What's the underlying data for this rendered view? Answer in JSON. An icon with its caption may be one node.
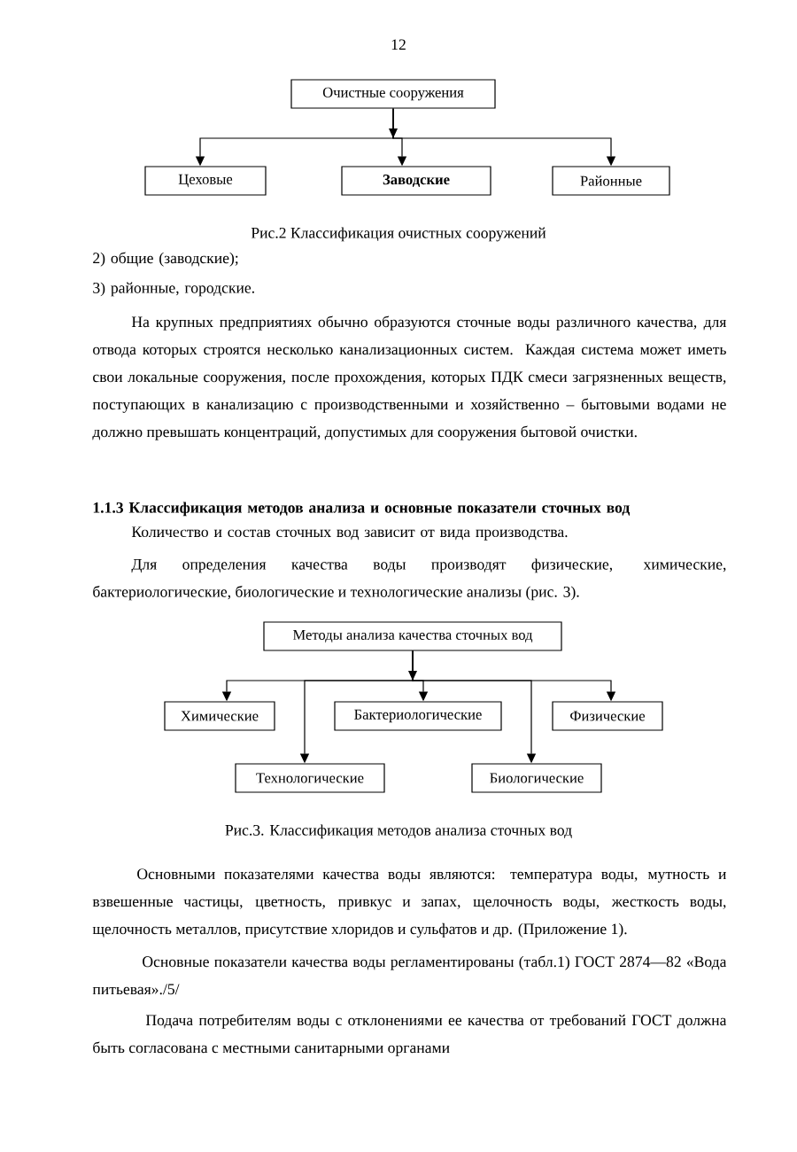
{
  "diagram": {
    "nodes": [
      {
        "text": [
          "Очистные сооружения"
        ]
      },
      {
        "text": [
          "Цеховые"
        ]
      },
      {
        "text": [
          "Заводские"
        ]
      },
      {
        "text": [
          "Районные"
        ]
      },
      {
        "text": [
          "Методы анализа качества сточных вод"
        ]
      },
      {
        "text": [
          "Химические"
        ]
      },
      {
        "text": [
          "Бактериологические"
        ]
      },
      {
        "text": [
          "Физические"
        ]
      },
      {
        "text": [
          "Технологические"
        ]
      },
      {
        "text": [
          "Биологические"
        ]
      }
    ],
    "edges": [
      {
        "from": 0,
        "to": 1,
        "arrow": "to"
      },
      {
        "from": 0,
        "to": 2,
        "arrow": "to"
      },
      {
        "from": 0,
        "to": 3,
        "arrow": "to"
      },
      {
        "from": 4,
        "to": 5,
        "arrow": "to"
      },
      {
        "from": 4,
        "to": 8,
        "arrow": "to"
      },
      {
        "from": 4,
        "to": 6,
        "arrow": "to"
      },
      {
        "from": 4,
        "to": 9,
        "arrow": "to"
      },
      {
        "from": 4,
        "to": 7,
        "arrow": "to"
      }
    ],
    "labels": [
      "12",
      "Рис.2 Классификация очистных сооружений",
      "2) общие (заводские);",
      "3) районные, городские.",
      "На крупных предприятиях обычно образуются сточные воды различного качества, для отвода которых строятся несколько канализационных систем. Каждая система может иметь свои локальные сооружения, после прохождения, которых ПДК смеси загрязненных веществ, поступающих в канализацию с производственными и хозяйственно – бытовыми водами не должно превышать концентраций, допустимых для сооружения бытовой очистки.",
      "1.1.3 Классификация методов анализа и основные показатели сточных вод",
      "Количество и состав сточных вод зависит от вида производства.",
      "Для определения качества воды производят физические, химические, бактериологические, биологические и технологические анализы (рис. 3).",
      "Рис.3. Классификация методов анализа сточных вод",
      "Основными показателями качества воды являются: температура воды, мутность и взвешенные частицы, цветность, привкус и запах, щелочность воды, жесткость воды, щелочность металлов, присутствие хлоридов и сульфатов и др. (Приложение 1).",
      "Основные показатели качества воды регламентированы (табл.1) ГОСТ 2874—82 «Вода питьевая»./5/",
      "Подача потребителям воды с отклонениями ее качества от требований ГОСТ должна быть согласована с местными санитарными органами"
    ]
  }
}
